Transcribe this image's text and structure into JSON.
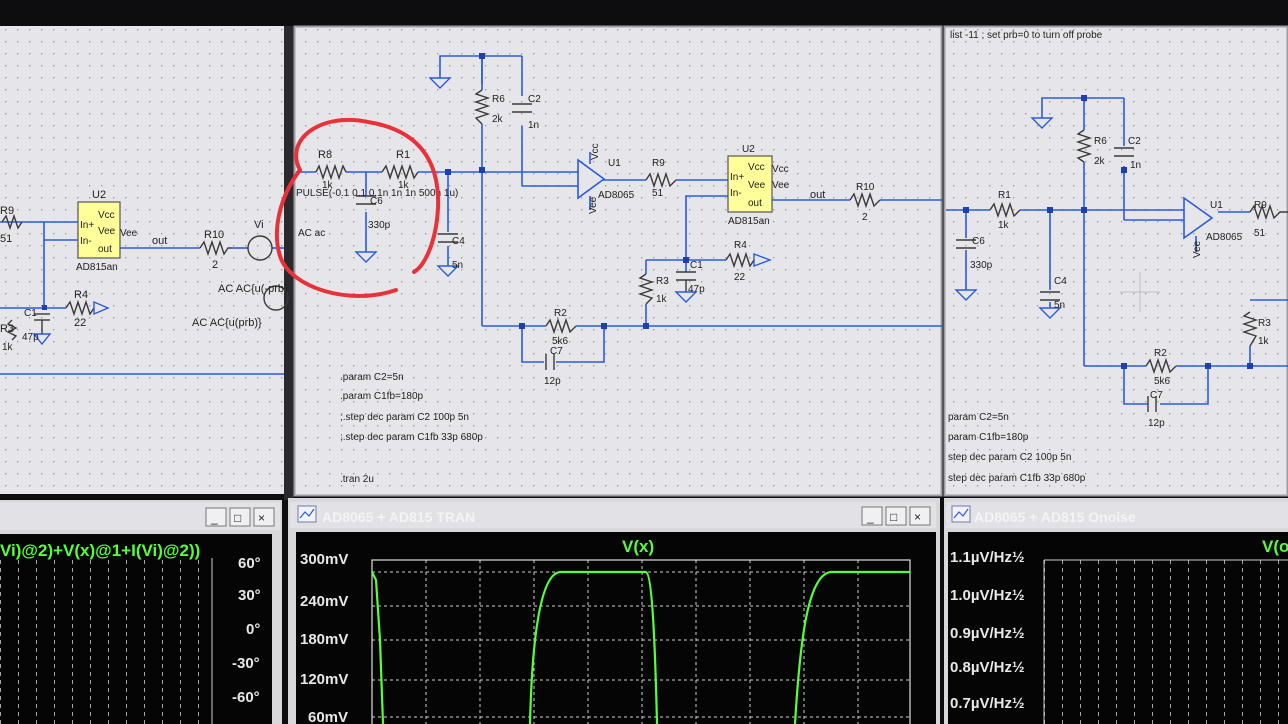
{
  "top_left_schematic": {
    "r9_label": "R9",
    "r9_value": "51",
    "u2_label": "U2",
    "u2_pins": [
      "In+",
      "In-",
      "Vcc",
      "Vee",
      "Vee",
      "out"
    ],
    "u2_part": "AD815an",
    "out_label": "out",
    "r10_label": "R10",
    "r10_value": "2",
    "vi_label": "Vi",
    "ac_source_1": "AC AC{u(-prb)",
    "ac_source_2": "AC AC{u(prb)}",
    "c1_label": "C1",
    "c1_value": "47p",
    "r4_label": "R4",
    "r4_value": "22",
    "r3_label": "R3",
    "r3_value": "1k"
  },
  "top_center_schematic": {
    "r8_label": "R8",
    "r8_value": "1k",
    "r1_label": "R1",
    "r1_value": "1k",
    "pulse_source": "PULSE(-0.1 0.1 0.1n 1n 1n 500n 1u)",
    "c6_label": "C6",
    "c6_value": "330p",
    "ac_label": "AC ac",
    "c4_label": "C4",
    "c4_value": "5n",
    "r6_label": "R6",
    "r6_value": "2k",
    "c2_label": "C2",
    "c2_value": "1n",
    "u1_label": "U1",
    "u1_part": "AD8065",
    "vcc": "Vcc",
    "vee": "Vee",
    "r9_label": "R9",
    "r9_value": "51",
    "u2_label": "U2",
    "u2_part": "AD815an",
    "u2_pins": [
      "Vcc",
      "In+",
      "Vee",
      "Vee",
      "In-",
      "out"
    ],
    "out_label": "out",
    "r10_label": "R10",
    "r10_value": "2",
    "r4_label": "R4",
    "r4_value": "22",
    "c1_label": "C1",
    "c1_value": "47p",
    "r3_label": "R3",
    "r3_value": "1k",
    "r2_label": "R2",
    "r2_value": "5k6",
    "c7_label": "C7",
    "c7_value": "12p",
    "directives": [
      ".param C2=5n",
      ".param C1fb=180p",
      ";.step dec param C2 100p 5n",
      ";.step dec param C1fb 33p 680p",
      ".tran 2u"
    ]
  },
  "top_right_schematic": {
    "header_text": "list -11 ; set prb=0 to turn off probe",
    "r6_label": "R6",
    "r6_value": "2k",
    "c2_label": "C2",
    "c2_value": "1n",
    "r1_label": "R1",
    "r1_value": "1k",
    "c6_label": "C6",
    "c6_value": "330p",
    "c4_label": "C4",
    "c4_value": "5n",
    "u1_label": "U1",
    "u1_part": "AD8065",
    "vee": "Vee",
    "r9_label": "R9",
    "r9_value": "51",
    "r3_label": "R3",
    "r3_value": "1k",
    "r2_label": "R2",
    "r2_value": "5k6",
    "c7_label": "C7",
    "c7_value": "12p",
    "directives": [
      "param C2=5n",
      "param C1fb=180p",
      "step dec param C2 100p 5n",
      "step dec param C1fb 33p 680p"
    ]
  },
  "plot_left": {
    "trace_label": "Vi)@2)+V(x)@1+I(Vi)@2))",
    "right_axis_ticks": [
      "60°",
      "30°",
      "0°",
      "-30°",
      "-60°"
    ]
  },
  "plot_center": {
    "title": "AD8065 + AD815 TRAN",
    "trace_label": "V(x)",
    "y_ticks": [
      "300mV",
      "240mV",
      "180mV",
      "120mV",
      "60mV"
    ]
  },
  "plot_right": {
    "title": "AD8065 + AD815 Onoise",
    "trace_label": "V(o",
    "y_ticks": [
      "1.1µV/Hz½",
      "1.0µV/Hz½",
      "0.9µV/Hz½",
      "0.8µV/Hz½",
      "0.7µV/Hz½"
    ]
  },
  "window_controls": {
    "minimize": "_",
    "maximize": "□",
    "close": "×"
  },
  "colors": {
    "schematic_bg": "#e6e6ea",
    "wire": "#2a5bd8",
    "component": "#3a3a3a",
    "opamp_fill": "#ffff9a",
    "plot_bg": "#050506",
    "trace": "#55ff3a",
    "annotation": "#e8323a",
    "titlebar": "#e2e2e6"
  }
}
